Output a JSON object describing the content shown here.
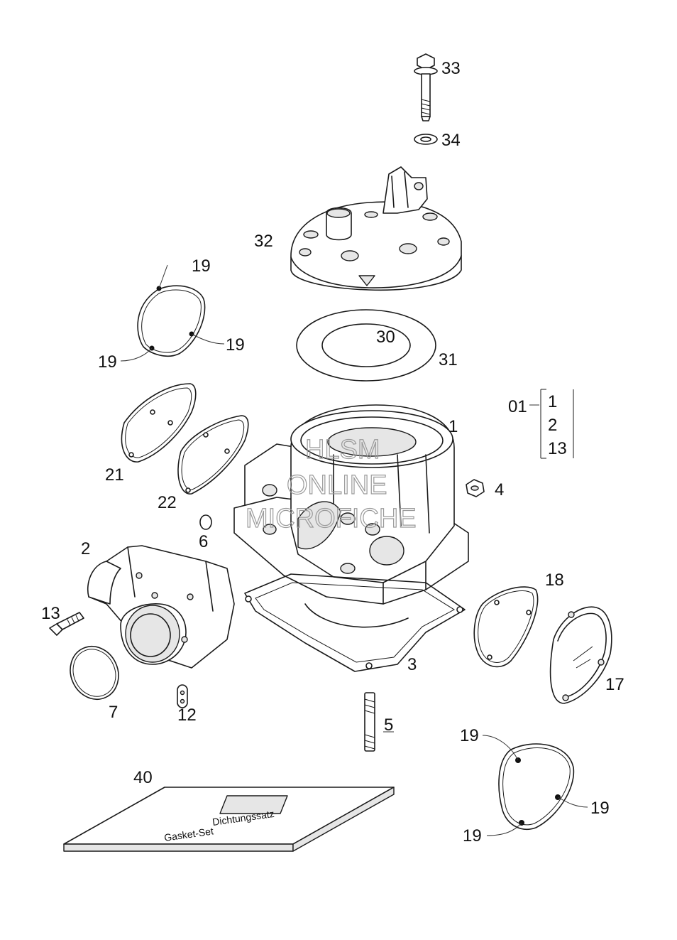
{
  "watermark": {
    "line1": "HLSM",
    "line2": "ONLINE",
    "line3": "MICROFICHE"
  },
  "gasket_set": {
    "line1": "Dichtungssatz",
    "line2": "Gasket-Set"
  },
  "labels": {
    "p33": "33",
    "p34": "34",
    "p32": "32",
    "p19a": "19",
    "p19b": "19",
    "p19c": "19",
    "p30": "30",
    "p31": "31",
    "p01": "01",
    "p01_1": "1",
    "p01_2": "2",
    "p01_13": "13",
    "p1": "1",
    "p21": "21",
    "p22": "22",
    "p4": "4",
    "p6": "6",
    "p2": "2",
    "p18": "18",
    "p13": "13",
    "p3": "3",
    "p17": "17",
    "p7": "7",
    "p12": "12",
    "p5": "5",
    "p19d": "19",
    "p19e": "19",
    "p19f": "19",
    "p40": "40"
  }
}
